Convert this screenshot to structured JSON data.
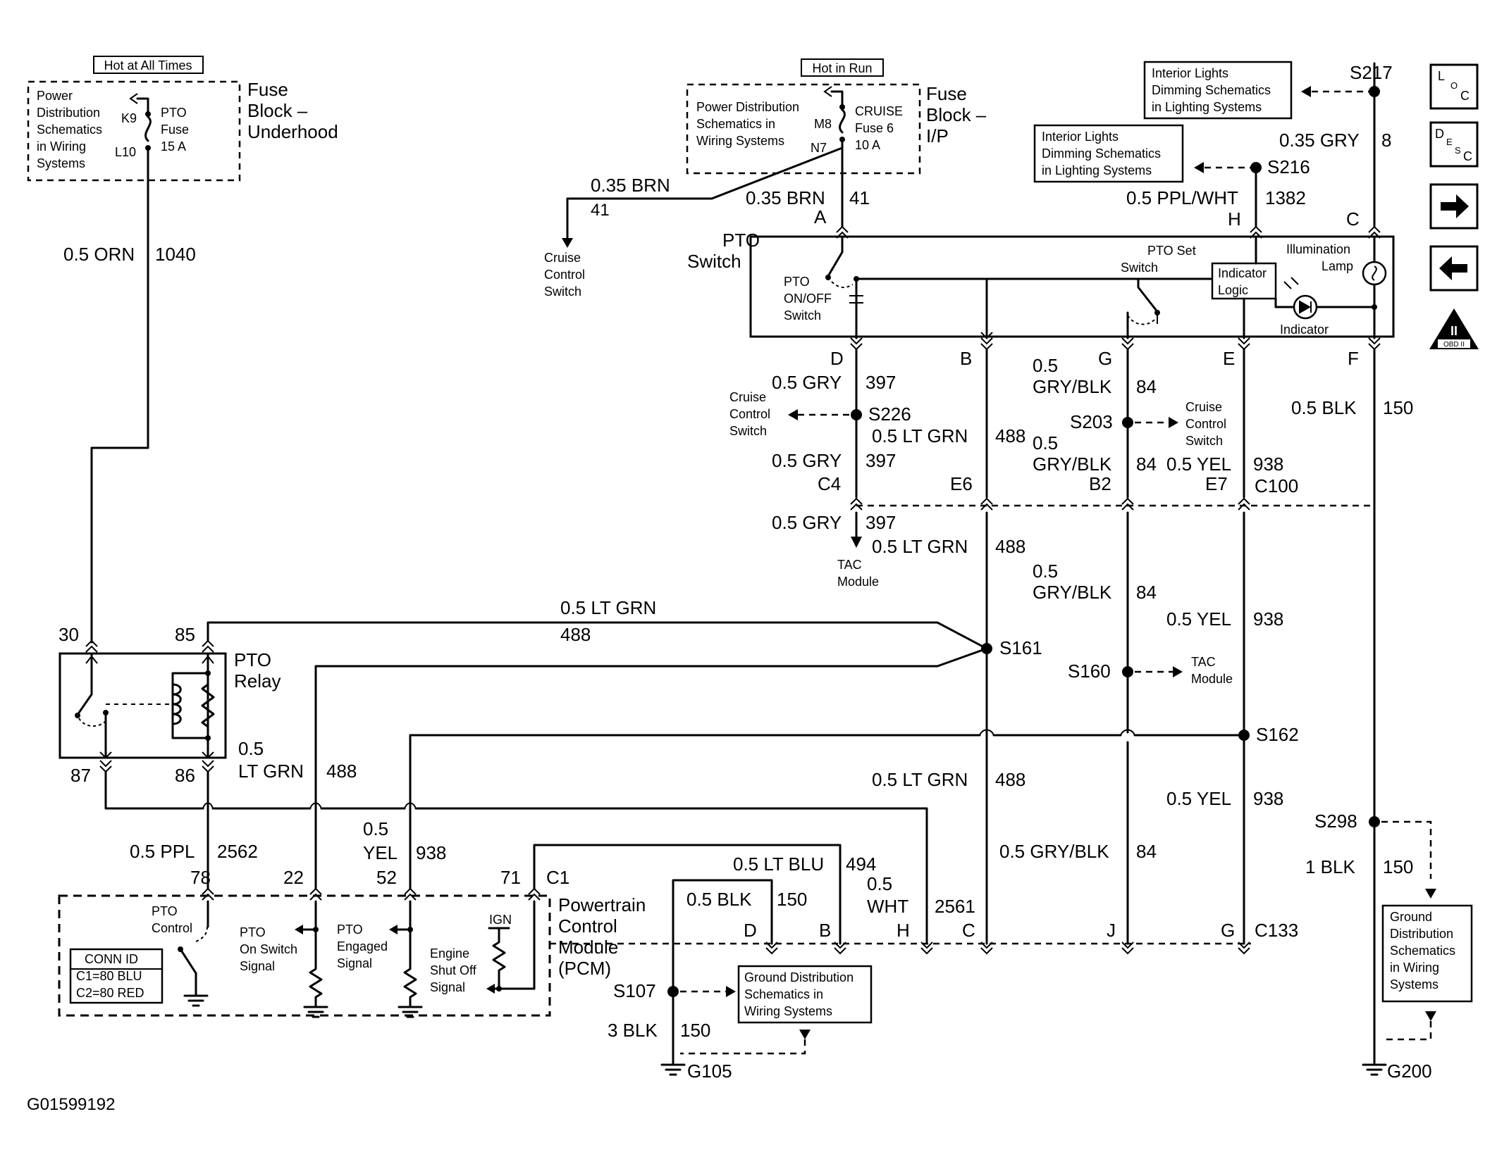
{
  "figure_id": "G01599192",
  "labels": {
    "hot_all_times": "Hot at All Times",
    "hot_in_run": "Hot in Run",
    "pd_underhood": [
      "Power",
      "Distribution",
      "Schematics",
      "in Wiring",
      "Systems"
    ],
    "k9": "K9",
    "l10": "L10",
    "pto_fuse": [
      "PTO",
      "Fuse",
      "15 A"
    ],
    "fuse_block_underhood": [
      "Fuse",
      "Block –",
      "Underhood"
    ],
    "pd_ip": [
      "Power Distribution",
      "Schematics in",
      "Wiring Systems"
    ],
    "m8": "M8",
    "n7": "N7",
    "cruise_fuse": [
      "CRUISE",
      "Fuse 6",
      "10 A"
    ],
    "fuse_block_ip": [
      "Fuse",
      "Block –",
      "I/P"
    ],
    "interior_lights_1": [
      "Interior Lights",
      "Dimming Schematics",
      "in Lighting Systems"
    ],
    "interior_lights_2": [
      "Interior Lights",
      "Dimming Schematics",
      "in Lighting Systems"
    ],
    "s217": "S217",
    "s216": "S216",
    "wire_035_gry": "0.35 GRY",
    "c_8": "8",
    "wire_05_pplwht": "0.5 PPL/WHT",
    "c_1382": "1382",
    "pin_h_top": "H",
    "pin_c_top": "C",
    "wire_035_brn_a": "0.35 BRN",
    "c_41_a": "41",
    "wire_035_brn_b": "0.35 BRN",
    "c_41_b": "41",
    "pin_a": "A",
    "cruise_sw_1": [
      "Cruise",
      "Control",
      "Switch"
    ],
    "pto_switch": [
      "PTO",
      "Switch"
    ],
    "pto_onoff": [
      "PTO",
      "ON/OFF",
      "Switch"
    ],
    "pto_set": [
      "PTO Set",
      "Switch"
    ],
    "indicator_logic": [
      "Indicator",
      "Logic"
    ],
    "illum_lamp": [
      "Illumination",
      "Lamp"
    ],
    "indicator": "Indicator",
    "pin_d": "D",
    "pin_b": "B",
    "pin_g": "G",
    "pin_e": "E",
    "pin_f": "F",
    "wire_05_gry_1": "0.5 GRY",
    "c_397_1": "397",
    "cruise_sw_2": [
      "Cruise",
      "Control",
      "Switch"
    ],
    "s226": "S226",
    "wire_05_ltgrn_1": "0.5 LT GRN",
    "c_488_1": "488",
    "wire_05_gry_2": "0.5 GRY",
    "c_397_2": "397",
    "pin_c4": "C4",
    "pin_e6": "E6",
    "wire_05_a": "0.5",
    "wire_gryblk_a": "GRY/BLK",
    "c_84_a": "84",
    "s203": "S203",
    "cruise_sw_3": [
      "Cruise",
      "Control",
      "Switch"
    ],
    "wire_05_b": "0.5",
    "wire_gryblk_b": "GRY/BLK",
    "c_84_b": "84",
    "pin_b2": "B2",
    "wire_05_yel_1": "0.5 YEL",
    "c_938_1": "938",
    "pin_e7": "E7",
    "c100": "C100",
    "wire_05_blk_f": "0.5 BLK",
    "c_150_f": "150",
    "wire_05_gry_3": "0.5 GRY",
    "c_397_3": "397",
    "tac_1": [
      "TAC",
      "Module"
    ],
    "wire_05_ltgrn_2": "0.5 LT GRN",
    "c_488_2": "488",
    "wire_05_c": "0.5",
    "wire_gryblk_c": "GRY/BLK",
    "c_84_c": "84",
    "wire_05_yel_2": "0.5 YEL",
    "c_938_2": "938",
    "wire_05_ltgrn_3": "0.5 LT GRN",
    "c_488_3": "488",
    "s161": "S161",
    "s160": "S160",
    "tac_2": [
      "TAC",
      "Module"
    ],
    "s162": "S162",
    "pin_30": "30",
    "pin_85": "85",
    "pto_relay": [
      "PTO",
      "Relay"
    ],
    "pin_87": "87",
    "pin_86": "86",
    "wire_05_d": "0.5",
    "wire_ltgrn_d": "LT GRN",
    "c_488_d": "488",
    "wire_05_ltgrn_4": "0.5 LT GRN",
    "c_488_4": "488",
    "wire_05_yel_3": "0.5 YEL",
    "c_938_3": "938",
    "s298": "S298",
    "wire_05_orn": "0.5 ORN",
    "c_1040": "1040",
    "wire_05_ppl": "0.5 PPL",
    "c_2562": "2562",
    "wire_05_e": "0.5",
    "wire_yel_e": "YEL",
    "c_938_e": "938",
    "wire_05_ltblu": "0.5 LT BLU",
    "c_494": "494",
    "wire_05_f": "0.5",
    "wire_wht": "WHT",
    "c_2561": "2561",
    "wire_05_gryblk_j": "0.5 GRY/BLK",
    "c_84_j": "84",
    "wire_1_blk": "1 BLK",
    "c_150_1": "150",
    "pin_78": "78",
    "pin_22": "22",
    "pin_52": "52",
    "pin_71": "71",
    "c1": "C1",
    "pcm": [
      "Powertrain",
      "Control",
      "Module",
      "(PCM)"
    ],
    "pto_control": [
      "PTO",
      "Control"
    ],
    "conn_id": [
      "CONN ID",
      "C1=80 BLU",
      "C2=80 RED"
    ],
    "pto_on_sw_sig": [
      "PTO",
      "On Switch",
      "Signal"
    ],
    "pto_eng_sig": [
      "PTO",
      "Engaged",
      "Signal"
    ],
    "eng_shutoff": [
      "Engine",
      "Shut Off",
      "Signal"
    ],
    "ign": "IGN",
    "wire_05_blk_d": "0.5 BLK",
    "c_150_d": "150",
    "pin_d_pcm": "D",
    "pin_b_pcm": "B",
    "pin_h_pcm": "H",
    "pin_c_pcm": "C",
    "pin_j_pcm": "J",
    "pin_g_pcm": "G",
    "c133": "C133",
    "s107": "S107",
    "ground_dist_1": [
      "Ground Distribution",
      "Schematics in",
      "Wiring Systems"
    ],
    "wire_3_blk": "3 BLK",
    "c_150_3": "150",
    "g105": "G105",
    "ground_dist_2": [
      "Ground",
      "Distribution",
      "Schematics",
      "in Wiring",
      "Systems"
    ],
    "g200": "G200",
    "nav_loc": [
      "L",
      "O",
      "C"
    ],
    "nav_desc": [
      "D",
      "E",
      "S",
      "C"
    ],
    "obd": [
      "II",
      "OBD II"
    ]
  }
}
